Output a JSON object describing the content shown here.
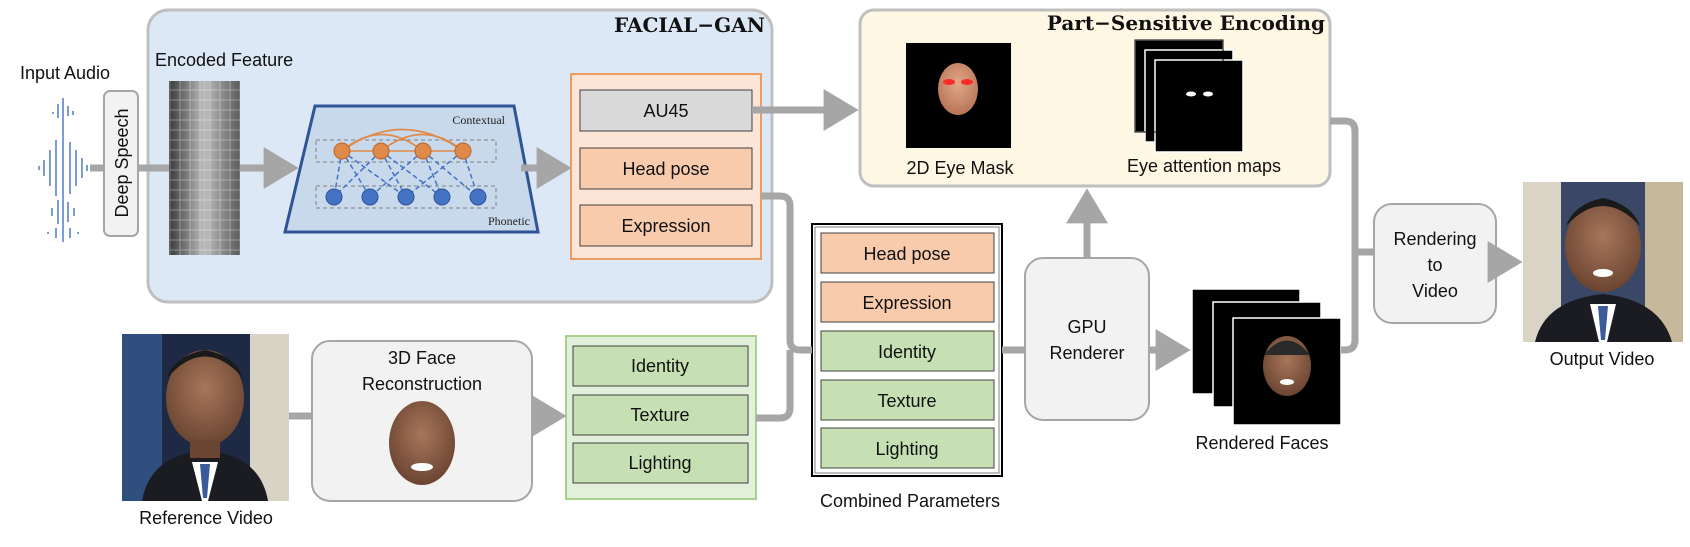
{
  "facial_gan": {
    "title": "FACIAL−GAN",
    "encoded_feature": "Encoded Feature",
    "contextual": "Contextual",
    "phonetic": "Phonetic",
    "outputs": [
      "AU45",
      "Head pose",
      "Expression"
    ]
  },
  "input_audio": "Input Audio",
  "deep_speech": "Deep Speech",
  "part_sensitive": {
    "title": "Part−Sensitive Encoding",
    "eye_mask": "2D Eye Mask",
    "attention_maps": "Eye attention maps"
  },
  "reference_video": "Reference Video",
  "face_reconstruction": {
    "line1": "3D Face",
    "line2": "Reconstruction"
  },
  "recon_params": [
    "Identity",
    "Texture",
    "Lighting"
  ],
  "combined": {
    "items": [
      "Head pose",
      "Expression",
      "Identity",
      "Texture",
      "Lighting"
    ],
    "caption": "Combined Parameters"
  },
  "gpu": {
    "line1": "GPU",
    "line2": "Renderer"
  },
  "rendered_faces": "Rendered Faces",
  "rendering": {
    "line1": "Rendering",
    "line2": "to",
    "line3": "Video"
  },
  "output_video": "Output Video",
  "colors": {
    "facial_bg": "#dce8f5",
    "part_bg": "#fdf7e3",
    "orange": "#f8cbad",
    "green": "#c6e0b4",
    "arrow": "#a6a6a6",
    "node_orange": "#e08a4a",
    "node_blue": "#4472c4"
  }
}
